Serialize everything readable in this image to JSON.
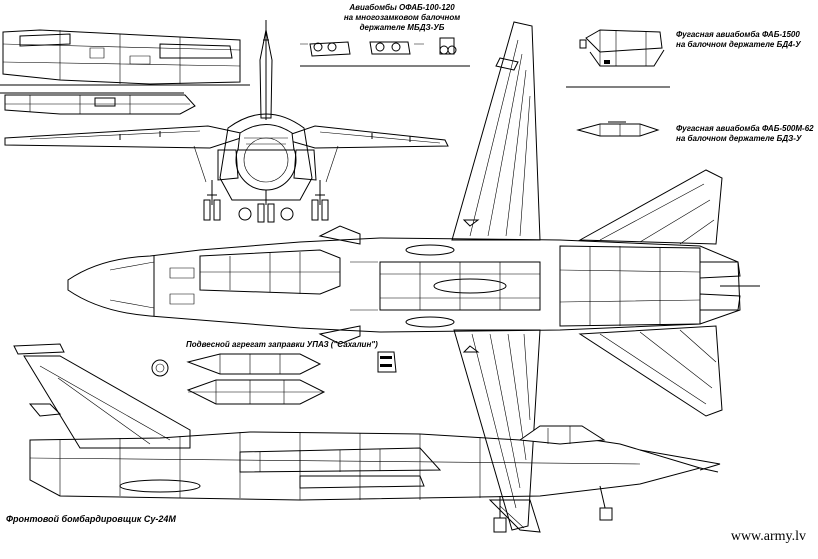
{
  "captions": {
    "ofab_line1": "Авиабомбы ОФАБ-100-120",
    "ofab_line2": "на многозамковом балочном",
    "ofab_line3": "держателе МБДЗ-УБ",
    "fab1500_line1": "Фугасная авиабомба ФАБ-1500",
    "fab1500_line2": "на балочном держателе БД4-У",
    "fab500_line1": "Фугасная авиабомба ФАБ-500М-62",
    "fab500_line2": "на балочном держателе БДЗ-У",
    "upaz": "Подвесной агрегат заправки УПАЗ (\"Сахалин\")",
    "title": "Фронтовой бомбардировщик Су-24М"
  },
  "watermark": "www.army.lv"
}
